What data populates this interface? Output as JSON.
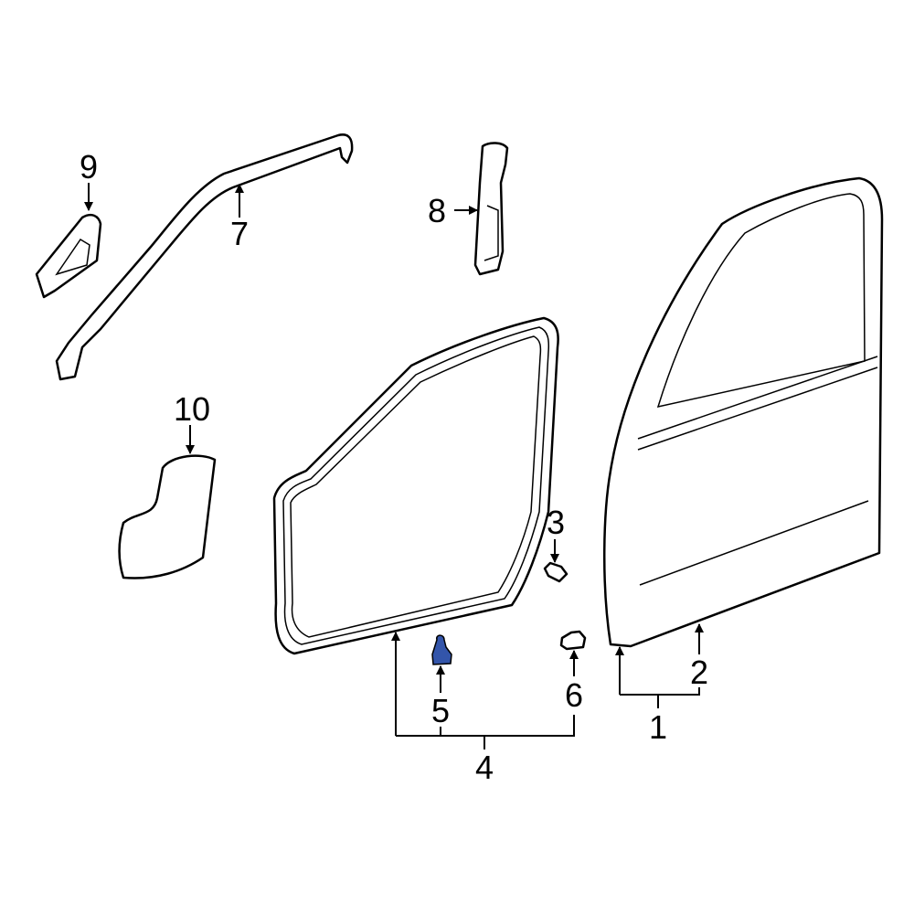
{
  "diagram": {
    "callouts": {
      "c1": "1",
      "c2": "2",
      "c3": "3",
      "c4": "4",
      "c5": "5",
      "c6": "6",
      "c7": "7",
      "c8": "8",
      "c9": "9",
      "c10": "10"
    },
    "highlight_color": "#3355aa",
    "line_color": "#000000"
  }
}
